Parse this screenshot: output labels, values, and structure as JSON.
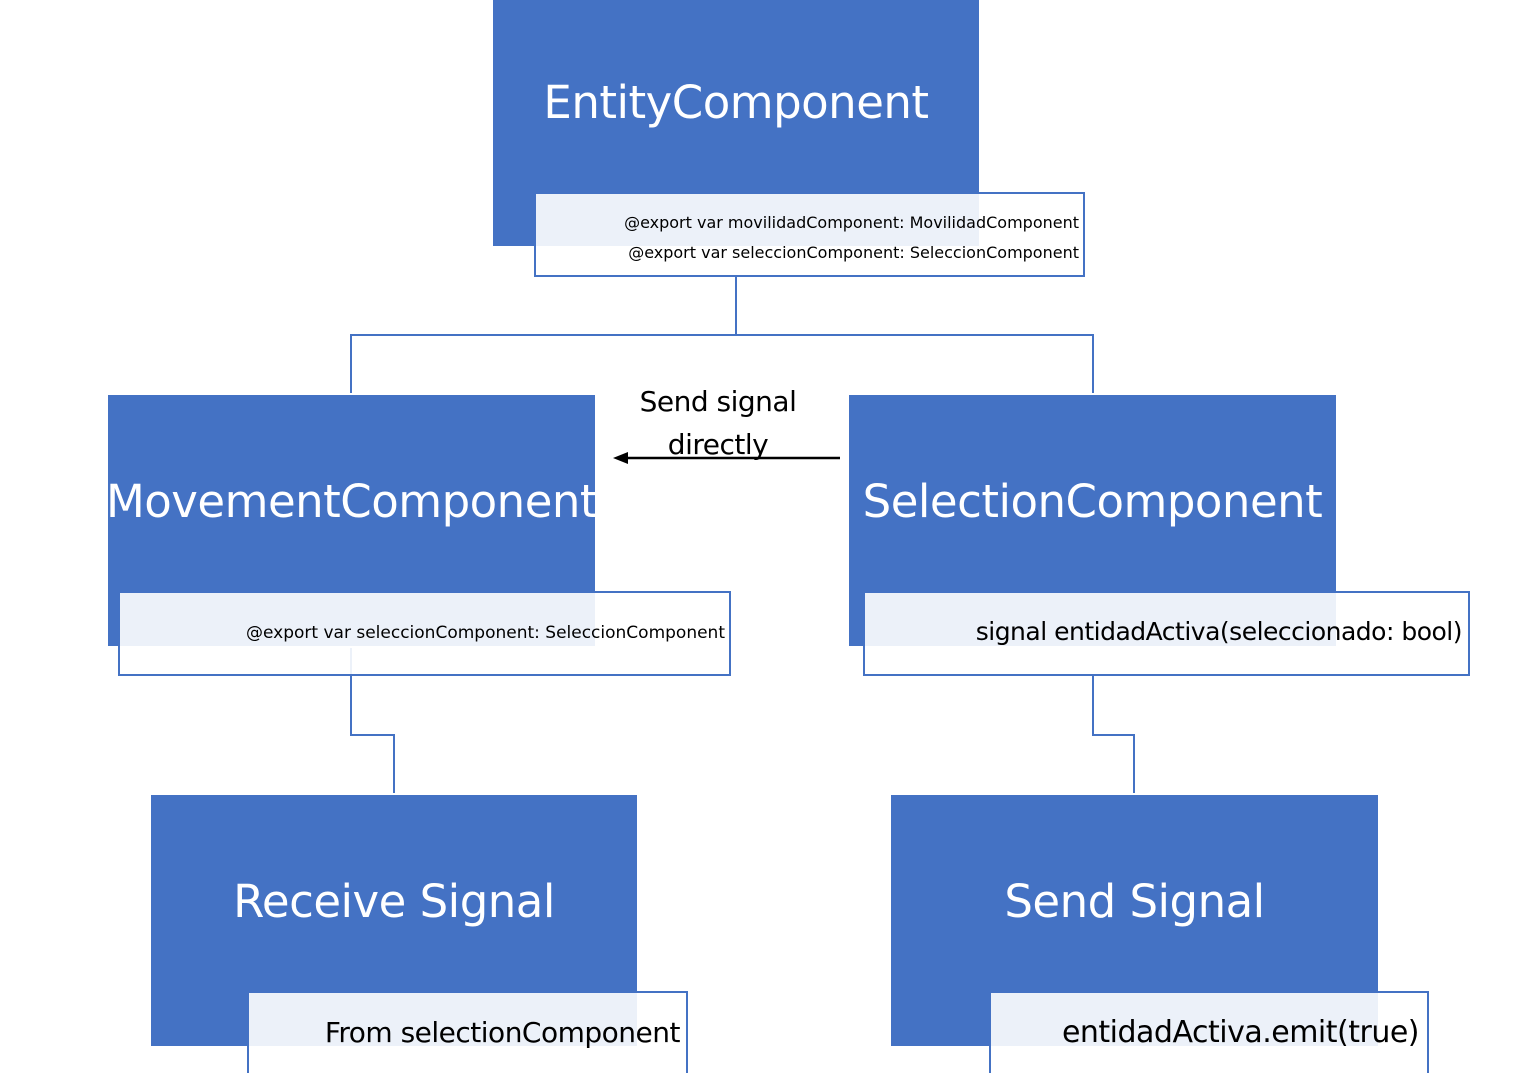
{
  "colors": {
    "node_fill": "#4472C4",
    "node_text": "#ffffff",
    "connector": "#4472C4",
    "note_border": "#4472C4",
    "arrow": "#000000"
  },
  "nodes": {
    "entity": {
      "title": "EntityComponent",
      "notes": [
        "@export var movilidadComponent: MovilidadComponent",
        "@export var seleccionComponent: SeleccionComponent"
      ]
    },
    "movement": {
      "title": "MovementComponent",
      "note": "@export var seleccionComponent: SeleccionComponent"
    },
    "selection": {
      "title": "SelectionComponent",
      "note": "signal entidadActiva(seleccionado: bool)"
    },
    "receive": {
      "title": "Receive Signal",
      "note": "From selectionComponent"
    },
    "send": {
      "title": "Send Signal",
      "note": "entidadActiva.emit(true)"
    }
  },
  "arrow_label": {
    "line1": "Send signal",
    "line2": "directly"
  }
}
